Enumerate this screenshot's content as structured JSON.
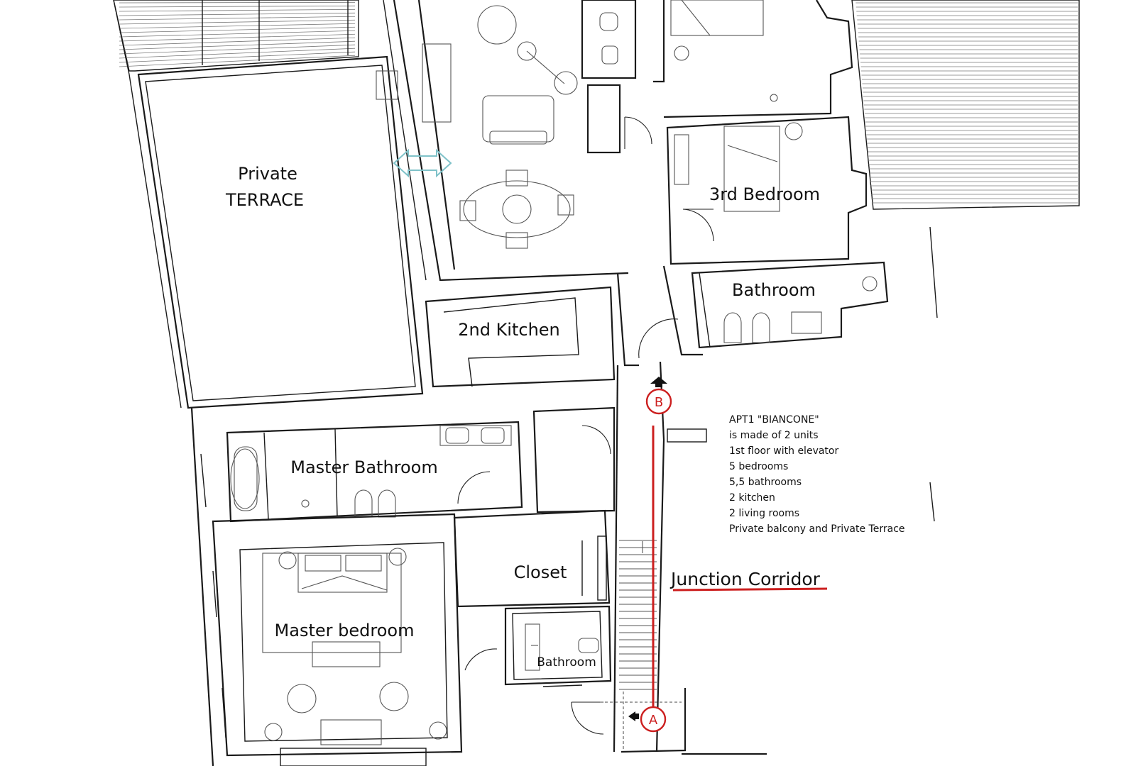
{
  "rooms": {
    "private_terrace_line1": "Private",
    "private_terrace_line2": "TERRACE",
    "third_bedroom": "3rd Bedroom",
    "bathroom_upper": "Bathroom",
    "second_kitchen": "2nd Kitchen",
    "master_bathroom": "Master Bathroom",
    "closet": "Closet",
    "master_bedroom": "Master bedroom",
    "bathroom_small": "Bathroom"
  },
  "corridor": {
    "label": "Junction Corridor",
    "marker_a": "A",
    "marker_b": "B"
  },
  "info": {
    "lines": [
      "APT1 \"BIANCONE\"",
      "is made of 2 units",
      "1st floor with elevator",
      "5 bedrooms",
      "5,5 bathrooms",
      "2 kitchen",
      "2 living rooms",
      "Private balcony and Private Terrace"
    ]
  },
  "colors": {
    "route": "#cc1f1f",
    "entrance_arrow": "#7fc2c9",
    "walls": "#1a1a1a"
  }
}
